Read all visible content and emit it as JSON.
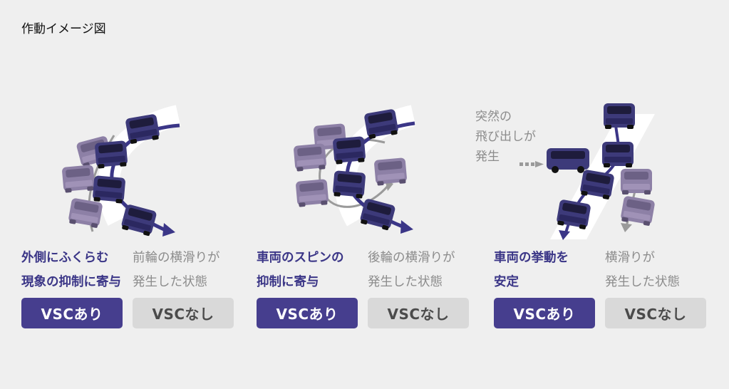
{
  "title": "作動イメージ図",
  "colors": {
    "on": "#463e8e",
    "off": "#d9d9d9",
    "car": "#3d3a7a",
    "car_ghost": "#8d80a6",
    "bg": "#efefef"
  },
  "panels": [
    {
      "on_caption": [
        "外側にふくらむ",
        "現象の抑制に寄与"
      ],
      "off_caption": [
        "前輪の横滑りが",
        "発生した状態"
      ],
      "on_button": "VSCあり",
      "off_button": "VSCなし"
    },
    {
      "on_caption": [
        "車両のスピンの",
        "抑制に寄与"
      ],
      "off_caption": [
        "後輪の横滑りが",
        "発生した状態"
      ],
      "on_button": "VSCあり",
      "off_button": "VSCなし"
    },
    {
      "note": [
        "突然の",
        "飛び出しが",
        "発生"
      ],
      "on_caption": [
        "車両の挙動を",
        "安定"
      ],
      "off_caption": [
        "横滑りが",
        "発生した状態"
      ],
      "on_button": "VSCあり",
      "off_button": "VSCなし"
    }
  ]
}
